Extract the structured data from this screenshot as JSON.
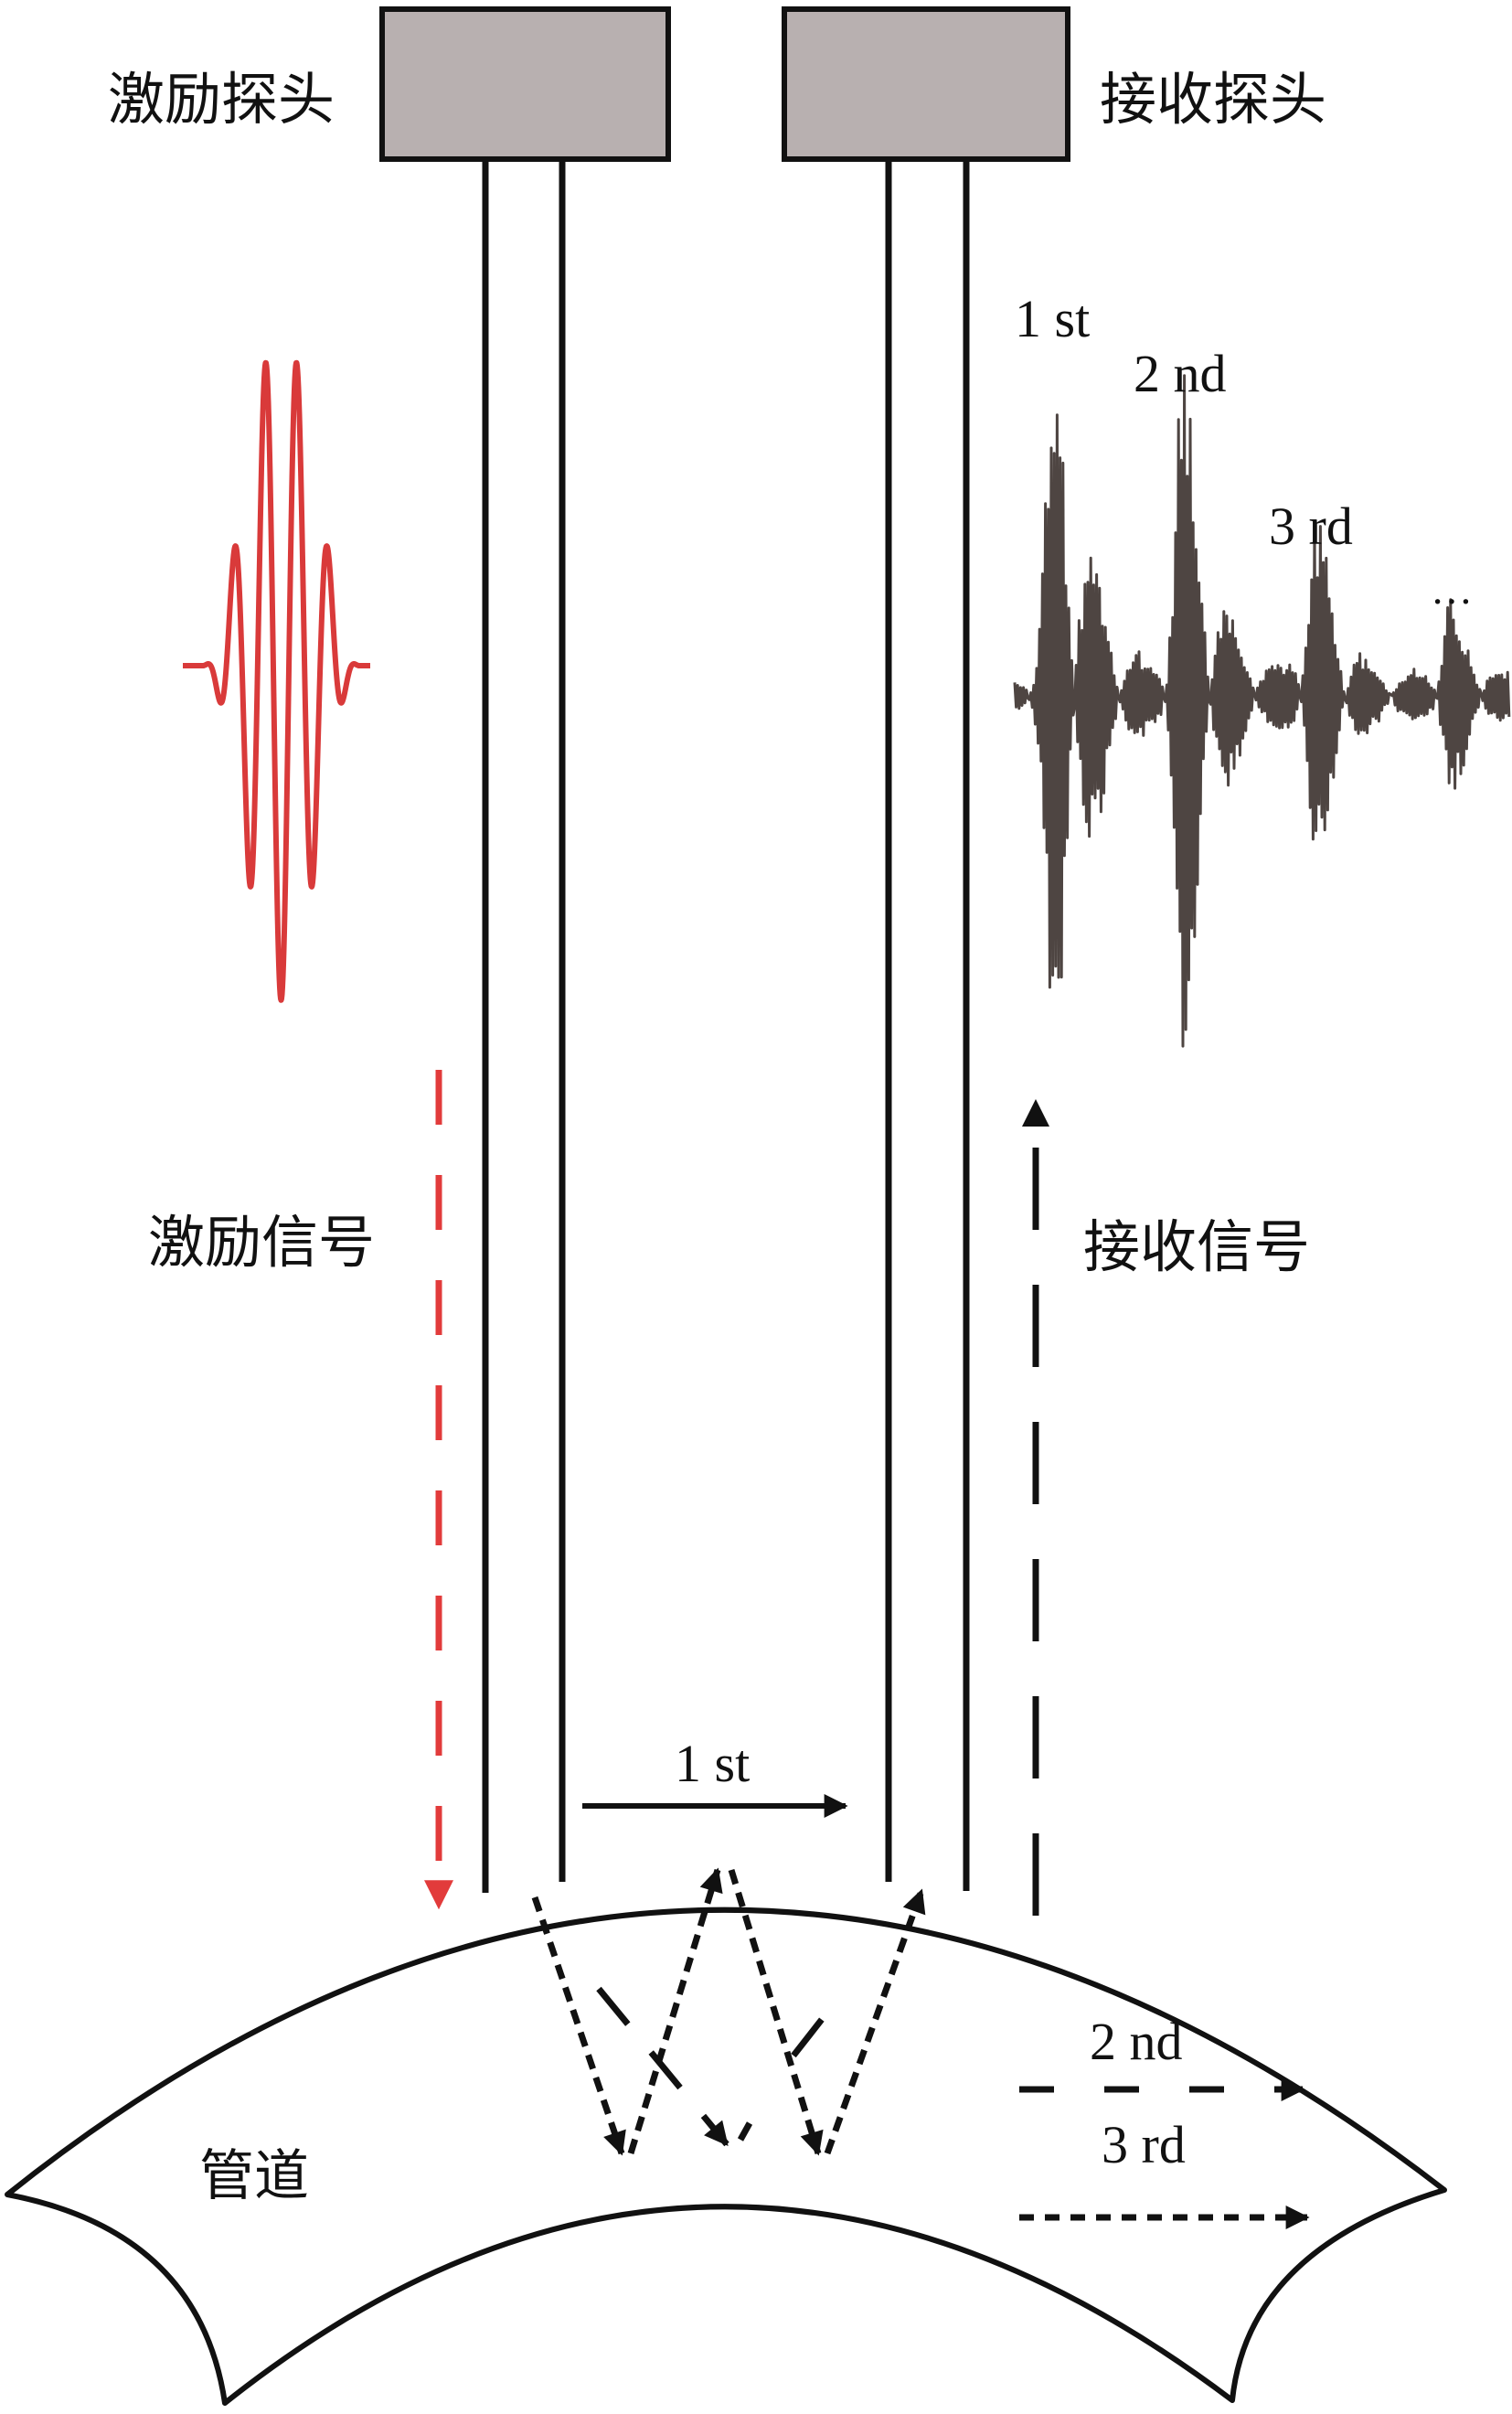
{
  "labels": {
    "excite_probe": "激励探头",
    "receive_probe": "接收探头",
    "excite_signal": "激励信号",
    "receive_signal": "接收信号",
    "pipe": "管道",
    "echo_1st": "1 st",
    "echo_2nd": "2 nd",
    "echo_3rd": "3 rd",
    "echo_more": "…",
    "mode_1st": "1 st",
    "mode_2nd": "2 nd",
    "mode_3rd": "3 rd"
  },
  "colors": {
    "probe_fill": "#b8b0b0",
    "line": "#111111",
    "excite_wave": "#d93a3a",
    "receive_wave": "#4e4542"
  }
}
